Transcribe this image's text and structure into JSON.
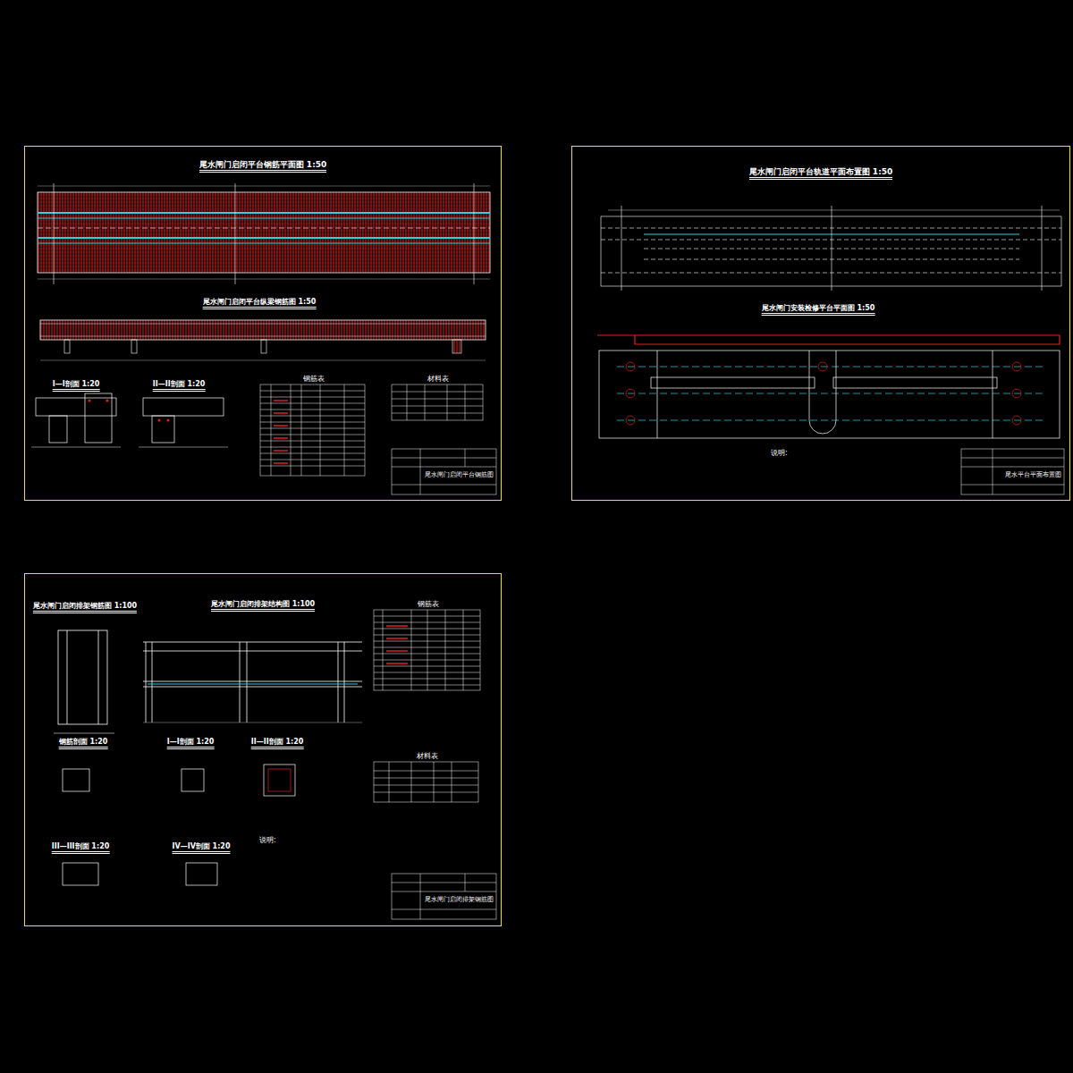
{
  "diagram": {
    "nodes": [
      {
        "text": [
          "尾水闸门启闭平台钢筋平面图 1:50"
        ]
      },
      {
        "text": [
          "钢筋表"
        ],
        "in": 0
      },
      {
        "text": [
          "材料表"
        ],
        "in": 0
      },
      {
        "text": [
          "尾水闸门启闭平台钢筋图"
        ],
        "in": 0
      },
      {
        "text": [
          "尾水闸门启闭平台轨道平面布置图 1:50"
        ]
      },
      {
        "text": [
          "尾水平台平面布置图"
        ],
        "in": 4
      },
      {
        "text": [
          "尾水闸门启闭排架结构图 1:100"
        ]
      },
      {
        "text": [
          "钢筋表"
        ],
        "in": 6
      },
      {
        "text": [
          "材料表"
        ],
        "in": 6
      },
      {
        "text": [
          "尾水闸门启闭排架钢筋图"
        ],
        "in": 6
      }
    ],
    "labels": [
      "尾水闸门启闭平台纵梁钢筋图 1:50",
      "I—I剖面 1:20",
      "II—II剖面 1:20",
      "尾水闸门安装检修平台平面图 1:50",
      "说明:",
      "尾水闸门启闭排架钢筋图 1:100",
      "钢筋剖面 1:20",
      "I—I剖面 1:20",
      "II—II剖面 1:20",
      "III—III剖面 1:20",
      "IV—IV剖面 1:20",
      "说明:"
    ]
  }
}
